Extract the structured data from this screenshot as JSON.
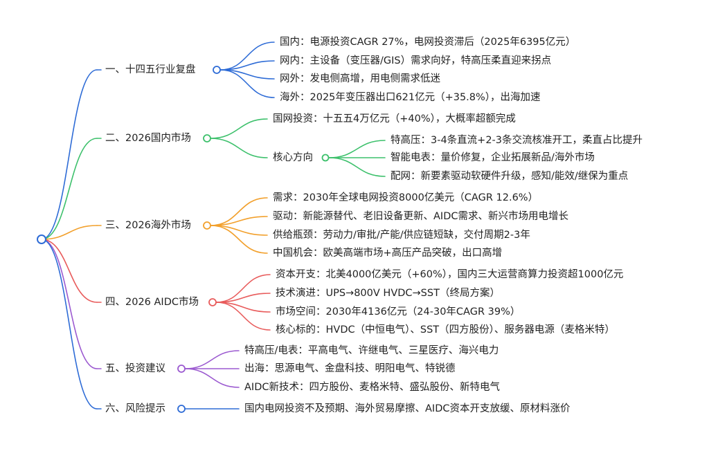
{
  "root": {
    "icon": "circle-node"
  },
  "branches": [
    {
      "id": "b1",
      "label": "一、十四五行业复盘",
      "color": "#2d6bd6",
      "children": [
        {
          "label": "国内：电源投资CAGR 27%，电网投资滞后（2025年6395亿元）"
        },
        {
          "label": "网内：主设备（变压器/GIS）需求向好，特高压柔直迎来拐点"
        },
        {
          "label": "网外：发电侧高增，用电侧需求低迷"
        },
        {
          "label": "海外：2025年变压器出口621亿元（+35.8%），出海加速"
        }
      ]
    },
    {
      "id": "b2",
      "label": "二、2026国内市场",
      "color": "#3cc06b",
      "children": [
        {
          "label": "国网投资：十五五4万亿元（+40%），大概率超额完成"
        },
        {
          "label": "核心方向",
          "children": [
            {
              "label": "特高压：3-4条直流+2-3条交流核准开工，柔直占比提升"
            },
            {
              "label": "智能电表：量价修复，企业拓展新品/海外市场"
            },
            {
              "label": "配网：新要素驱动软硬件升级，感知/能效/继保为重点"
            }
          ]
        }
      ]
    },
    {
      "id": "b3",
      "label": "三、2026海外市场",
      "color": "#f2a02c",
      "children": [
        {
          "label": "需求：2030年全球电网投资8000亿美元（CAGR 12.6%）"
        },
        {
          "label": "驱动：新能源替代、老旧设备更新、AIDC需求、新兴市场用电增长"
        },
        {
          "label": "供给瓶颈：劳动力/审批/产能/供应链短缺，交付周期2-3年"
        },
        {
          "label": "中国机会：欧美高端市场+高压产品突破，出口高增"
        }
      ]
    },
    {
      "id": "b4",
      "label": "四、2026 AIDC市场",
      "color": "#e85b5b",
      "children": [
        {
          "label": "资本开支：北美4000亿美元（+60%），国内三大运营商算力投资超1000亿元"
        },
        {
          "label": "技术演进：UPS→800V HVDC→SST（终局方案）"
        },
        {
          "label": "市场空间：2030年4136亿元（24-30年CAGR 39%）"
        },
        {
          "label": "核心标的：HVDC（中恒电气）、SST（四方股份）、服务器电源（麦格米特）"
        }
      ]
    },
    {
      "id": "b5",
      "label": "五、投资建议",
      "color": "#9b59d0",
      "children": [
        {
          "label": "特高压/电表：平高电气、许继电气、三星医疗、海兴电力"
        },
        {
          "label": "出海：思源电气、金盘科技、明阳电气、特锐德"
        },
        {
          "label": "AIDC新技术：四方股份、麦格米特、盛弘股份、新特电气"
        }
      ]
    },
    {
      "id": "b6",
      "label": "六、风险提示",
      "color": "#2d6bd6",
      "children": [
        {
          "label": "国内电网投资不及预期、海外贸易摩擦、AIDC资本开支放缓、原材料涨价"
        }
      ]
    }
  ]
}
